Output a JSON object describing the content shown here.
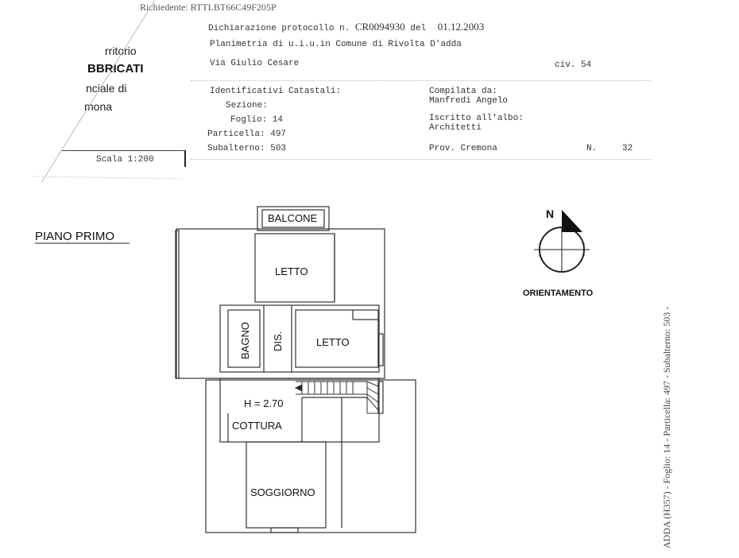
{
  "header": {
    "richiedente_label": "Richiedente:",
    "richiedente_value": "RTTLBT66C49F205P",
    "protocollo_prefix": "Dichiarazione protocollo n.",
    "protocollo_num": "CR0094930",
    "protocollo_del": "del",
    "protocollo_date": "01.12.2003",
    "planimetria": "Planimetria di u.i.u.in Comune di Rivolta D'adda",
    "via": "Via Giulio Cesare",
    "civ_label": "civ.",
    "civ_value": "54",
    "ident_title": "Identificativi Catastali:",
    "sezione": "Sezione:",
    "foglio": "Foglio: 14",
    "particella": "Particella: 497",
    "subalterno": "Subalterno: 503",
    "compilata_label": "Compilata da:",
    "compilata_value": "Manfredi Angelo",
    "iscritto_label": "Iscritto all'albo:",
    "iscritto_value": "Architetti",
    "prov": "Prov. Cremona",
    "n_label": "N.",
    "n_value": "32",
    "scala": "Scala 1:200"
  },
  "office": {
    "line1": "rritorio",
    "line2": "BBRICATI",
    "line3": "nciale di",
    "line4": "mona"
  },
  "plan": {
    "floor_title": "PIANO PRIMO",
    "orientation_label": "ORIENTAMENTO",
    "north": "N",
    "rooms": {
      "balcone": "BALCONE",
      "letto1": "LETTO",
      "letto2": "LETTO",
      "bagno": "BAGNO",
      "dis": "DIS.",
      "height": "H = 2.70",
      "cottura": "COTTURA",
      "soggiorno": "SOGGIORNO"
    }
  },
  "side_text": "ADDA (H357) - Foglio: 14 - Particella: 497 - Subalterno: 503 -"
}
